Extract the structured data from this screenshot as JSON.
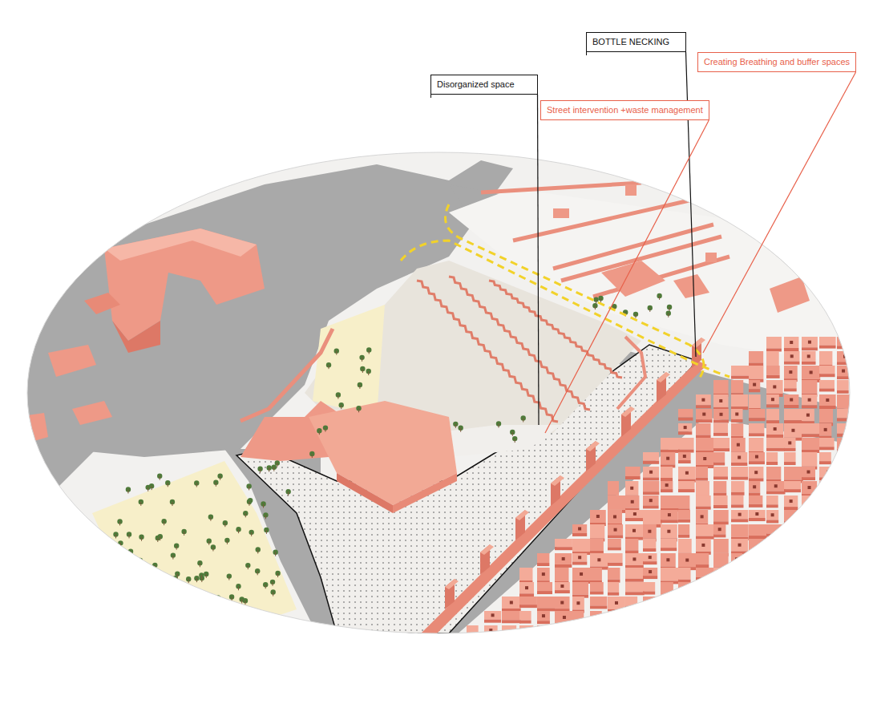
{
  "diagram": {
    "nodes": [
      {
        "text": [
          "BOTTLE NECKING"
        ]
      },
      {
        "text": [
          "Creating Breathing and buffer spaces"
        ]
      },
      {
        "text": [
          "Disorganized space"
        ]
      },
      {
        "text": [
          "Street intervention +waste management"
        ]
      }
    ]
  }
}
